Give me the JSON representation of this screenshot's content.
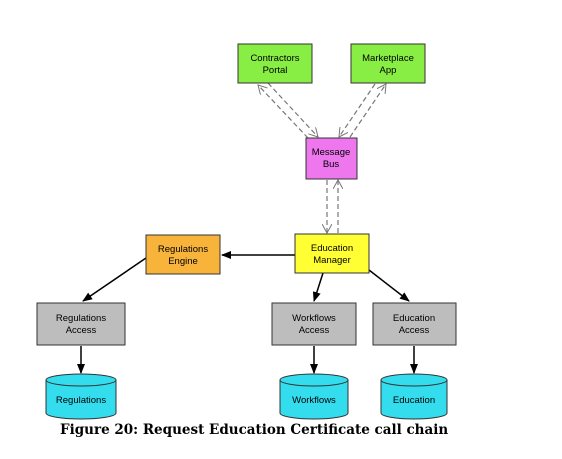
{
  "nodes": {
    "contractors_portal": {
      "lines": [
        "Contractors",
        "Portal"
      ],
      "color": "#88ee44"
    },
    "marketplace_app": {
      "lines": [
        "Marketplace",
        "App"
      ],
      "color": "#88ee44"
    },
    "message_bus": {
      "lines": [
        "Message",
        "Bus"
      ],
      "color": "#ee77ee"
    },
    "regulations_engine": {
      "lines": [
        "Regulations",
        "Engine"
      ],
      "color": "#f8b43a"
    },
    "education_manager": {
      "lines": [
        "Education",
        "Manager"
      ],
      "color": "#ffff33"
    },
    "regulations_access": {
      "lines": [
        "Regulations",
        "Access"
      ],
      "color": "#bdbdbd"
    },
    "workflows_access": {
      "lines": [
        "Workflows",
        "Access"
      ],
      "color": "#bdbdbd"
    },
    "education_access": {
      "lines": [
        "Education",
        "Access"
      ],
      "color": "#bdbdbd"
    },
    "regulations_db": {
      "lines": [
        "Regulations"
      ],
      "color": "#33ddee"
    },
    "workflows_db": {
      "lines": [
        "Workflows"
      ],
      "color": "#33ddee"
    },
    "education_db": {
      "lines": [
        "Education"
      ],
      "color": "#33ddee"
    }
  },
  "caption": "Figure 20: Request Education Certificate call chain"
}
